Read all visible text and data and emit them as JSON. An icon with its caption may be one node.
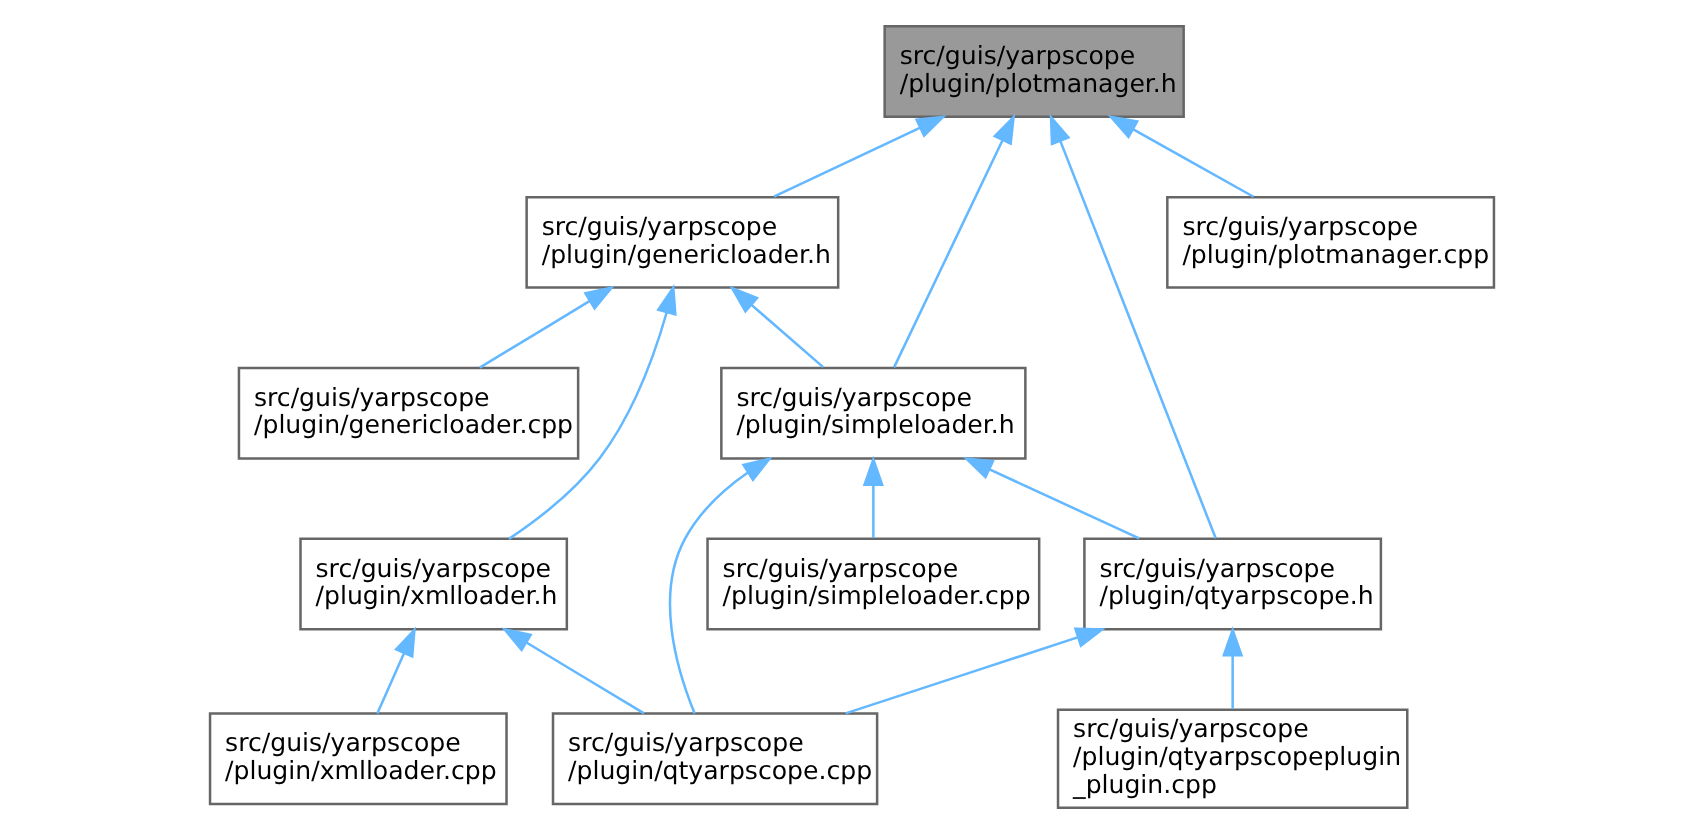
{
  "diagram": {
    "nodes": [
      {
        "text": [
          "src/guis/yarpscope /plugin/plotmanager.h"
        ]
      },
      {
        "text": [
          "src/guis/yarpscope /plugin/genericloader.h"
        ]
      },
      {
        "text": [
          "src/guis/yarpscope /plugin/plotmanager.cpp"
        ]
      },
      {
        "text": [
          "src/guis/yarpscope /plugin/genericloader.cpp"
        ]
      },
      {
        "text": [
          "src/guis/yarpscope /plugin/xmlloader.h"
        ]
      },
      {
        "text": [
          "src/guis/yarpscope /plugin/simpleloader.h"
        ]
      },
      {
        "text": [
          "src/guis/yarpscope /plugin/xmlloader.cpp"
        ]
      },
      {
        "text": [
          "src/guis/yarpscope /plugin/simpleloader.cpp"
        ]
      },
      {
        "text": [
          "src/guis/yarpscope /plugin/qtyarpscope.h"
        ]
      },
      {
        "text": [
          "src/guis/yarpscope /plugin/qtyarpscope.cpp"
        ]
      },
      {
        "text": [
          "src/guis/yarpscope /plugin/qtyarpscopeplugin _plugin.cpp"
        ]
      }
    ],
    "edges": [
      {
        "from": 1,
        "to": 0,
        "arrow": "to"
      },
      {
        "from": 5,
        "to": 0,
        "arrow": "to"
      },
      {
        "from": 8,
        "to": 0,
        "arrow": "to"
      },
      {
        "from": 2,
        "to": 0,
        "arrow": "to"
      },
      {
        "from": 3,
        "to": 1,
        "arrow": "to"
      },
      {
        "from": 4,
        "to": 1,
        "arrow": "to"
      },
      {
        "from": 5,
        "to": 1,
        "arrow": "to"
      },
      {
        "from": 6,
        "to": 4,
        "arrow": "to"
      },
      {
        "from": 9,
        "to": 4,
        "arrow": "to"
      },
      {
        "from": 7,
        "to": 5,
        "arrow": "to"
      },
      {
        "from": 9,
        "to": 5,
        "arrow": "to"
      },
      {
        "from": 8,
        "to": 5,
        "arrow": "to"
      },
      {
        "from": 9,
        "to": 8,
        "arrow": "to"
      },
      {
        "from": 10,
        "to": 8,
        "arrow": "to"
      }
    ]
  }
}
